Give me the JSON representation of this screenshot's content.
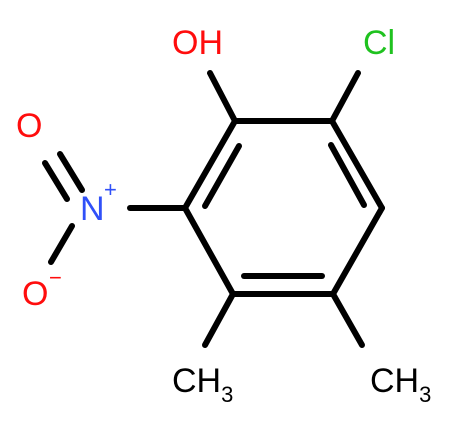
{
  "molecule": {
    "atoms": {
      "hydroxyl": {
        "label": "OH",
        "color": "#ff0d0d"
      },
      "chlorine": {
        "label": "Cl",
        "color": "#1fc21f"
      },
      "nitro_nitrogen": {
        "label": "N",
        "charge": "+",
        "color": "#3050f8"
      },
      "nitro_oxygen_double": {
        "label": "O",
        "color": "#ff0d0d"
      },
      "nitro_oxygen_single": {
        "label": "O",
        "charge": "−",
        "color": "#ff0d0d"
      },
      "methyl_left": {
        "label": "CH",
        "subscript": "3",
        "color": "#000000"
      },
      "methyl_right": {
        "label": "CH",
        "subscript": "3",
        "color": "#000000"
      }
    },
    "bond_color": "#000000"
  }
}
